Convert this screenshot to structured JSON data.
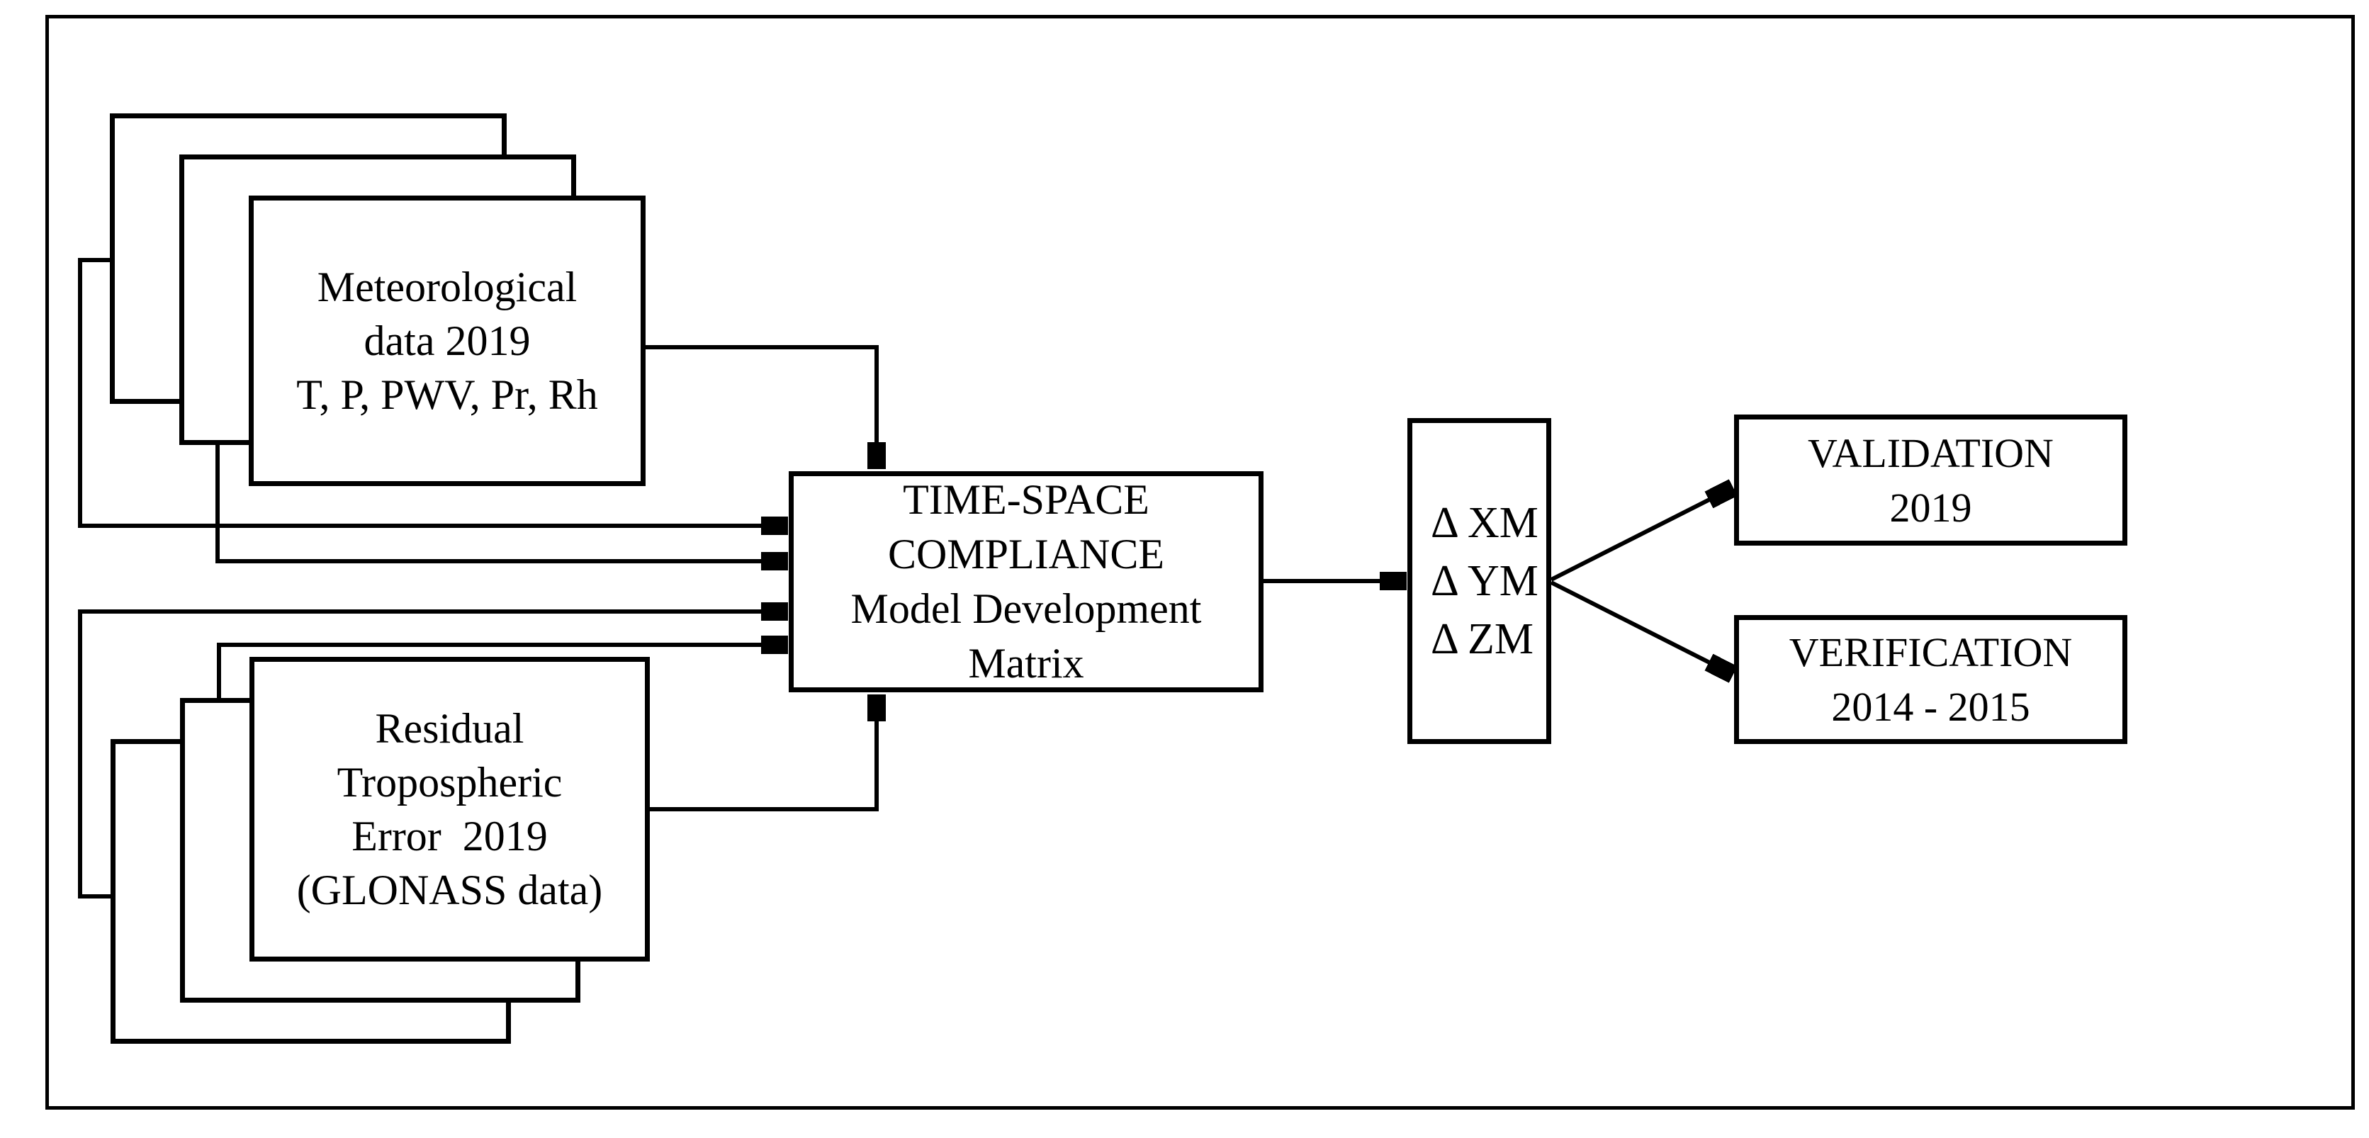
{
  "figure": {
    "colors": {
      "ink": "#000000",
      "background": "#ffffff"
    },
    "meteo_stack": {
      "lines": [
        "Meteorological",
        "data 2019",
        "T, P, PWV, Pr, Rh"
      ]
    },
    "residual_stack": {
      "lines": [
        "Residual",
        "Tropospheric",
        "Error  2019",
        "(GLONASS data)"
      ]
    },
    "matrix_box": {
      "lines": [
        "TIME-SPACE",
        "COMPLIANCE",
        "Model Development",
        "Matrix"
      ]
    },
    "delta_box": {
      "lines": [
        "Δ XM",
        "Δ YM",
        "Δ ZM"
      ]
    },
    "validation_box": {
      "lines": [
        "VALIDATION",
        "2019"
      ]
    },
    "verification_box": {
      "lines": [
        "VERIFICATION",
        "2014 - 2015"
      ]
    }
  }
}
